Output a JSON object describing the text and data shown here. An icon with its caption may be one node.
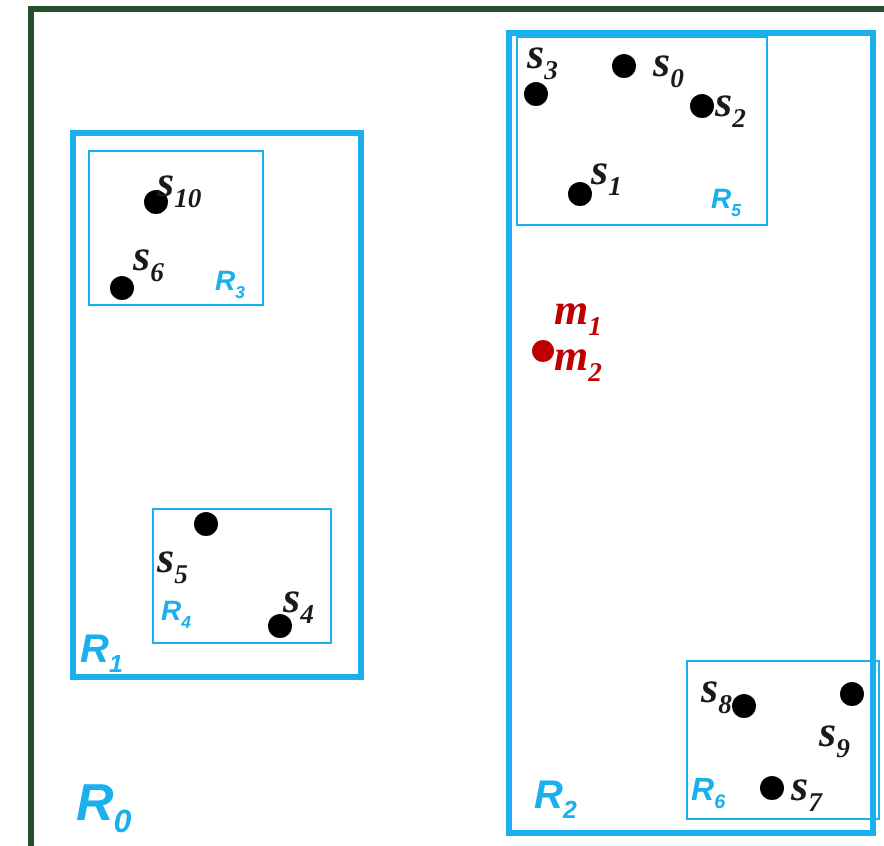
{
  "diagram": {
    "nodes": [
      {
        "text": [
          "R$_{0}$"
        ]
      },
      {
        "text": [
          "R$_{1}$"
        ],
        "in": 0
      },
      {
        "text": [
          "R$_{3}$"
        ],
        "in": 1
      },
      {
        "text": [],
        "shape": "circle",
        "beside": [
          "s$_{10}$"
        ],
        "in": 2
      },
      {
        "text": [],
        "shape": "circle",
        "beside": [
          "s$_{6}$"
        ],
        "in": 2
      },
      {
        "text": [
          "R$_{4}$"
        ],
        "in": 1
      },
      {
        "text": [],
        "shape": "circle",
        "beside": [
          "s$_{5}$"
        ],
        "in": 5
      },
      {
        "text": [],
        "shape": "circle",
        "beside": [
          "s$_{4}$"
        ],
        "in": 5
      },
      {
        "text": [
          "R$_{2}$"
        ],
        "in": 0
      },
      {
        "text": [
          "R$_{5}$"
        ],
        "in": 8
      },
      {
        "text": [],
        "shape": "circle",
        "beside": [
          "s$_{3}$"
        ],
        "in": 9
      },
      {
        "text": [],
        "shape": "circle",
        "beside": [
          "s$_{0}$"
        ],
        "in": 9
      },
      {
        "text": [],
        "shape": "circle",
        "beside": [
          "s$_{2}$"
        ],
        "in": 9
      },
      {
        "text": [],
        "shape": "circle",
        "beside": [
          "s$_{1}$"
        ],
        "in": 9
      },
      {
        "text": [],
        "shape": "circle",
        "beside": [
          "m$_{1}$",
          "m$_{2}$"
        ],
        "in": 8
      },
      {
        "text": [
          "R$_{6}$"
        ],
        "in": 8
      },
      {
        "text": [],
        "shape": "circle",
        "beside": [
          "s$_{8}$"
        ],
        "in": 15
      },
      {
        "text": [],
        "shape": "circle",
        "beside": [
          "s$_{9}$"
        ],
        "in": 15
      },
      {
        "text": [],
        "shape": "circle",
        "beside": [
          "s$_{7}$"
        ],
        "in": 15
      }
    ]
  }
}
